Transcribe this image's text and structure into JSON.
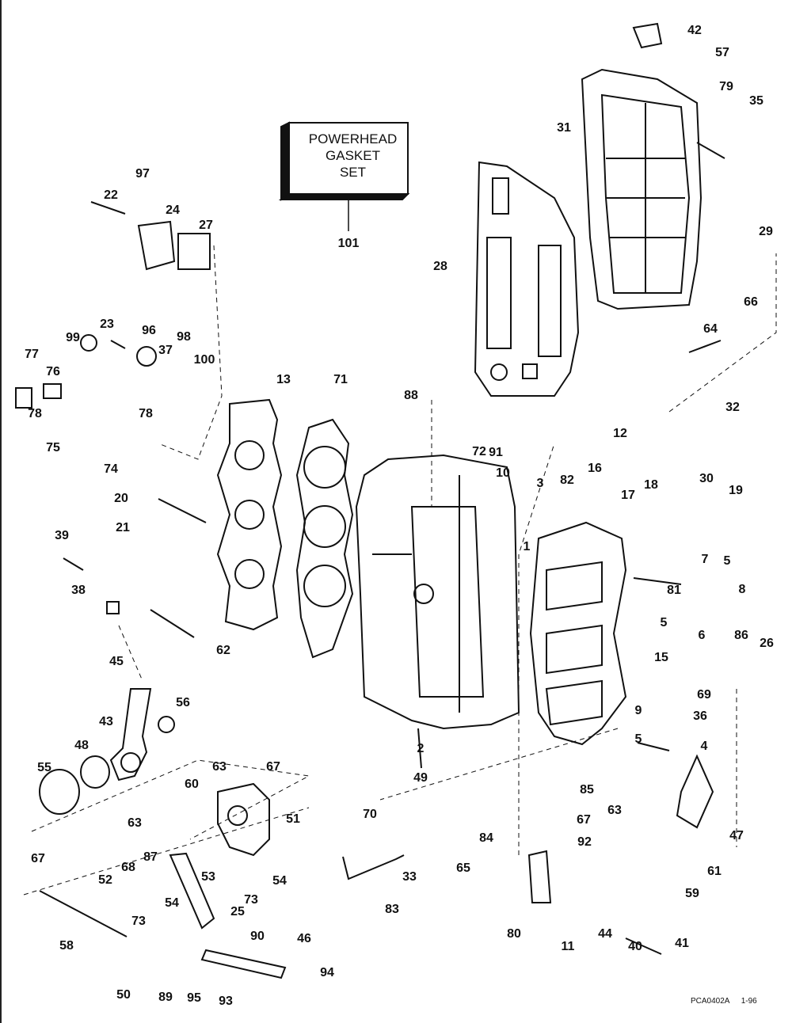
{
  "kit_box": {
    "line1": "POWERHEAD",
    "line2": "GASKET",
    "line3": "SET"
  },
  "labels": [
    "42",
    "57",
    "79",
    "35",
    "31",
    "29",
    "97",
    "22",
    "24",
    "27",
    "101",
    "28",
    "66",
    "64",
    "32",
    "23",
    "99",
    "96",
    "98",
    "37",
    "100",
    "13",
    "71",
    "77",
    "76",
    "78",
    "78",
    "75",
    "74",
    "88",
    "72",
    "91",
    "10",
    "12",
    "16",
    "3",
    "82",
    "30",
    "19",
    "18",
    "17",
    "1",
    "20",
    "21",
    "39",
    "38",
    "62",
    "7",
    "5",
    "8",
    "81",
    "5",
    "6",
    "86",
    "26",
    "15",
    "45",
    "69",
    "36",
    "9",
    "5",
    "4",
    "43",
    "56",
    "48",
    "55",
    "2",
    "49",
    "63",
    "67",
    "60",
    "51",
    "63",
    "85",
    "70",
    "84",
    "67",
    "63",
    "47",
    "33",
    "65",
    "67",
    "87",
    "68",
    "52",
    "53",
    "54",
    "73",
    "92",
    "61",
    "59",
    "83",
    "54",
    "25",
    "73",
    "44",
    "40",
    "41",
    "80",
    "11",
    "58",
    "90",
    "46",
    "94",
    "50",
    "89",
    "95",
    "93"
  ],
  "footer": {
    "code": "PCA0402A",
    "date": "1-96"
  }
}
